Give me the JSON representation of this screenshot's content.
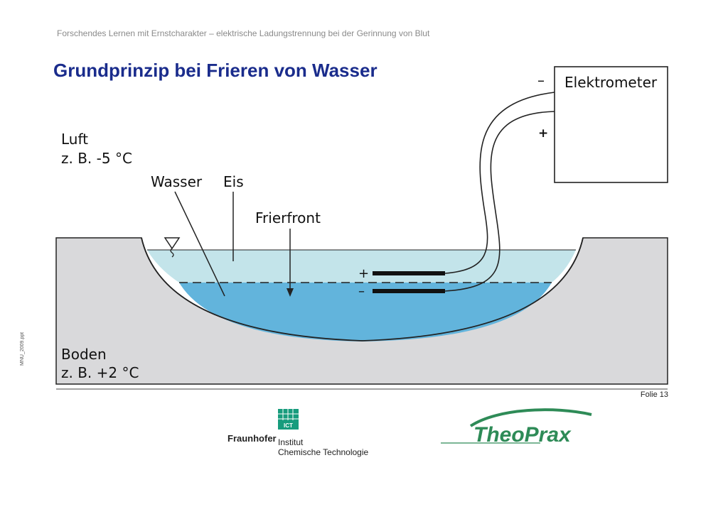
{
  "header": {
    "text": "Forschendes Lernen mit Ernstcharakter – elektrische Ladungstrennung bei der Gerinnung von Blut"
  },
  "title": "Grundprinzip bei Frieren von Wasser",
  "side_note": "MNU_2009.ppt",
  "slide_number": "Folie 13",
  "diagram": {
    "air_label": "Luft",
    "air_temp": "z. B. -5 °C",
    "ground_label": "Boden",
    "ground_temp": "z. B. +2 °C",
    "water_label": "Wasser",
    "ice_label": "Eis",
    "front_label": "Frierfront",
    "electrometer_label": "Elektrometer",
    "meter_minus": "–",
    "meter_plus": "+",
    "electrode_plus": "+",
    "electrode_minus": "–"
  },
  "logos": {
    "fraunhofer": "Fraunhofer",
    "ict_badge": "ICT",
    "institute_line1": "Institut",
    "institute_line2": "Chemische Technologie",
    "theoprax": "TheoPrax"
  },
  "colors": {
    "title": "#1a2c8c",
    "ground": "#d9d9db",
    "ice": "#c3e4ea",
    "water": "#62b4dc",
    "fraunhofer_green": "#179c7d",
    "theoprax_green": "#2e8b57"
  }
}
